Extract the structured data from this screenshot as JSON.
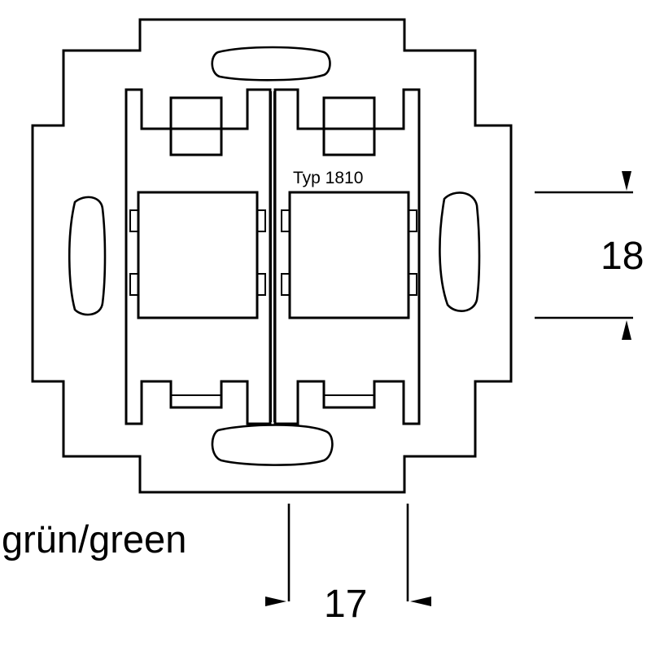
{
  "diagram": {
    "type_label": "Typ 1810",
    "color_label": "grün/green",
    "dimension_height": "18",
    "dimension_width": "17",
    "line_color": "#000000",
    "background_color": "#ffffff"
  }
}
